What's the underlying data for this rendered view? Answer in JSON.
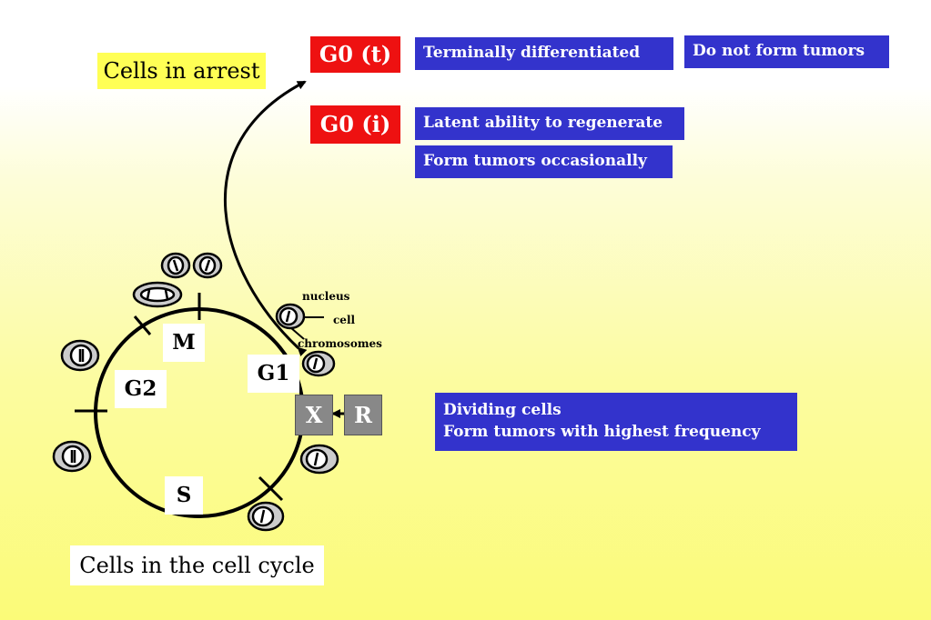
{
  "arrest": {
    "label": "Cells in arrest",
    "g0t": {
      "label": "G0 (t)",
      "desc": "Terminally differentiated",
      "note": "Do not form tumors"
    },
    "g0i": {
      "label": "G0 (i)",
      "desc": "Latent ability to regenerate",
      "note": "Form tumors occasionally"
    }
  },
  "cycle": {
    "label": "Cells in the cell cycle",
    "phases": {
      "m": "M",
      "g1": "G1",
      "g2": "G2",
      "s": "S"
    },
    "labels": {
      "nucleus": "nucleus",
      "cell": "cell",
      "chromosomes": "chromosomes"
    },
    "checkpoint": {
      "x": "X",
      "r": "R"
    },
    "dividing": {
      "line1": "Dividing cells",
      "line2": "Form tumors with highest frequency"
    }
  },
  "colors": {
    "red": "#ee1111",
    "blue": "#3333cc",
    "yellow": "#ffff55",
    "gray": "#888888"
  }
}
